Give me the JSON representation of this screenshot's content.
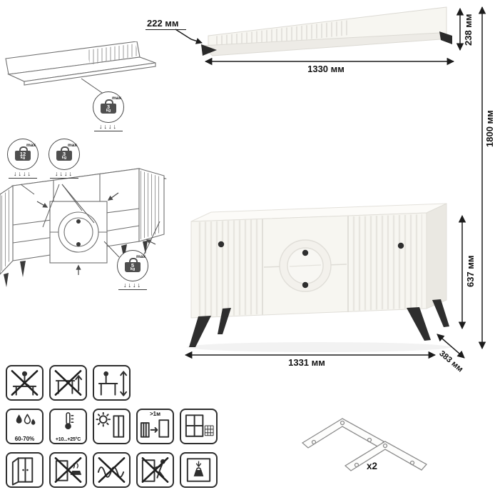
{
  "colors": {
    "render_fill": "#f7f6f1",
    "render_shade": "#eae8e2",
    "accent_dark": "#2b2b2b",
    "line_art": "#6f6f6f",
    "dim_text": "#151515"
  },
  "dimensions": {
    "shelf_depth": "222 мм",
    "shelf_height": "238 мм",
    "shelf_width": "1330 мм",
    "total_height": "1800 мм",
    "cabinet_height": "637 мм",
    "cabinet_width": "1331 мм",
    "cabinet_depth": "383 мм"
  },
  "load_badges": {
    "arrows_glyph": "↓↓↓↓",
    "wall_shelf": {
      "value": "3",
      "unit": "kg",
      "max_label": "max"
    },
    "cabinet_top": {
      "value": "12",
      "unit": "kg",
      "max_label": "max"
    },
    "cabinet_shelf": {
      "value": "3",
      "unit": "kg",
      "max_label": "max"
    },
    "cabinet_drawer": {
      "value": "5",
      "unit": "kg",
      "max_label": "max"
    }
  },
  "care_icons": {
    "row1": [
      {
        "name": "no-sitting-on-furniture",
        "label": ""
      },
      {
        "name": "no-lifting-by-top",
        "label": ""
      },
      {
        "name": "height-adjustment",
        "label": ""
      }
    ],
    "row2": [
      {
        "name": "humidity-range",
        "label": "60-70%"
      },
      {
        "name": "temperature-range",
        "label": "+10...+25°C"
      },
      {
        "name": "avoid-direct-sunlight",
        "label": ""
      },
      {
        "name": "distance-from-heat-source",
        "label": ">1м"
      },
      {
        "name": "ventilated-room",
        "label": ""
      }
    ],
    "row3": [
      {
        "name": "wardrobe-doors",
        "label": ""
      },
      {
        "name": "no-hot-objects",
        "label": ""
      },
      {
        "name": "no-abrasive-cleaning",
        "label": ""
      },
      {
        "name": "no-dragging",
        "label": ""
      },
      {
        "name": "no-overloading",
        "label": ""
      }
    ]
  },
  "legs": {
    "quantity_label": "x2"
  }
}
